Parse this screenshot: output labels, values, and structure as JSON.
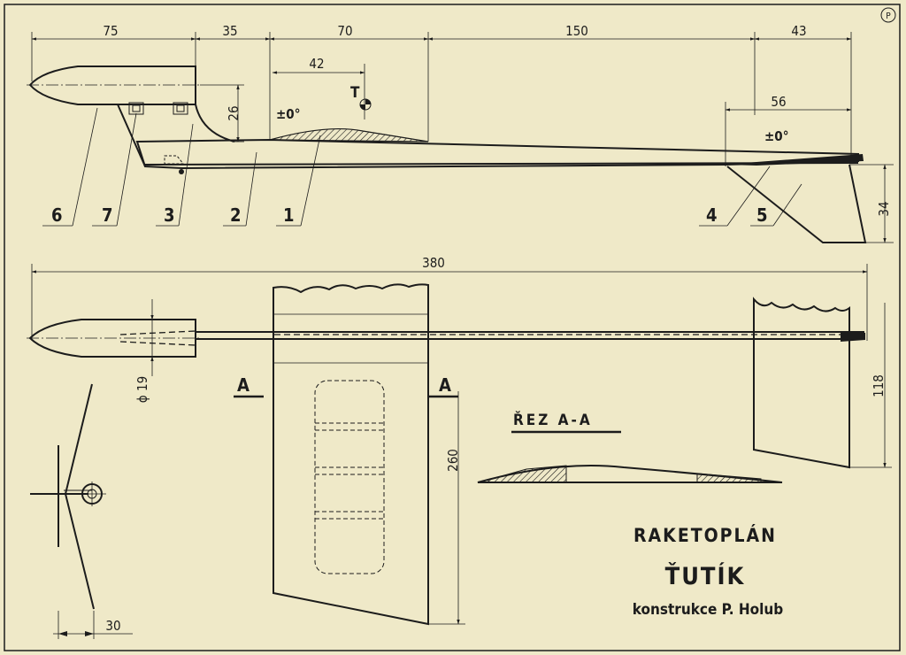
{
  "corner_mark": "P",
  "dimensions": {
    "d75": "75",
    "d35": "35",
    "d70": "70",
    "d150": "150",
    "d43": "43",
    "d42": "42",
    "d56": "56",
    "d26": "26",
    "d34": "34",
    "d380": "380",
    "d19": "ϕ 19",
    "d118": "118",
    "d260": "260",
    "d30": "30"
  },
  "angles": {
    "wing": "±0°",
    "tail": "±0°"
  },
  "cg_label": "T",
  "parts": [
    "6",
    "7",
    "3",
    "2",
    "1",
    "4",
    "5"
  ],
  "section_marks": {
    "left": "A",
    "right": "A"
  },
  "section_title": "ŘEZ A-A",
  "title": {
    "line1": "RAKETOPLÁN",
    "line2": "ŤUTÍK",
    "line3": "konstrukce P. Holub"
  },
  "colors": {
    "paper": "#efe9c8",
    "ink": "#1c1c1c"
  }
}
